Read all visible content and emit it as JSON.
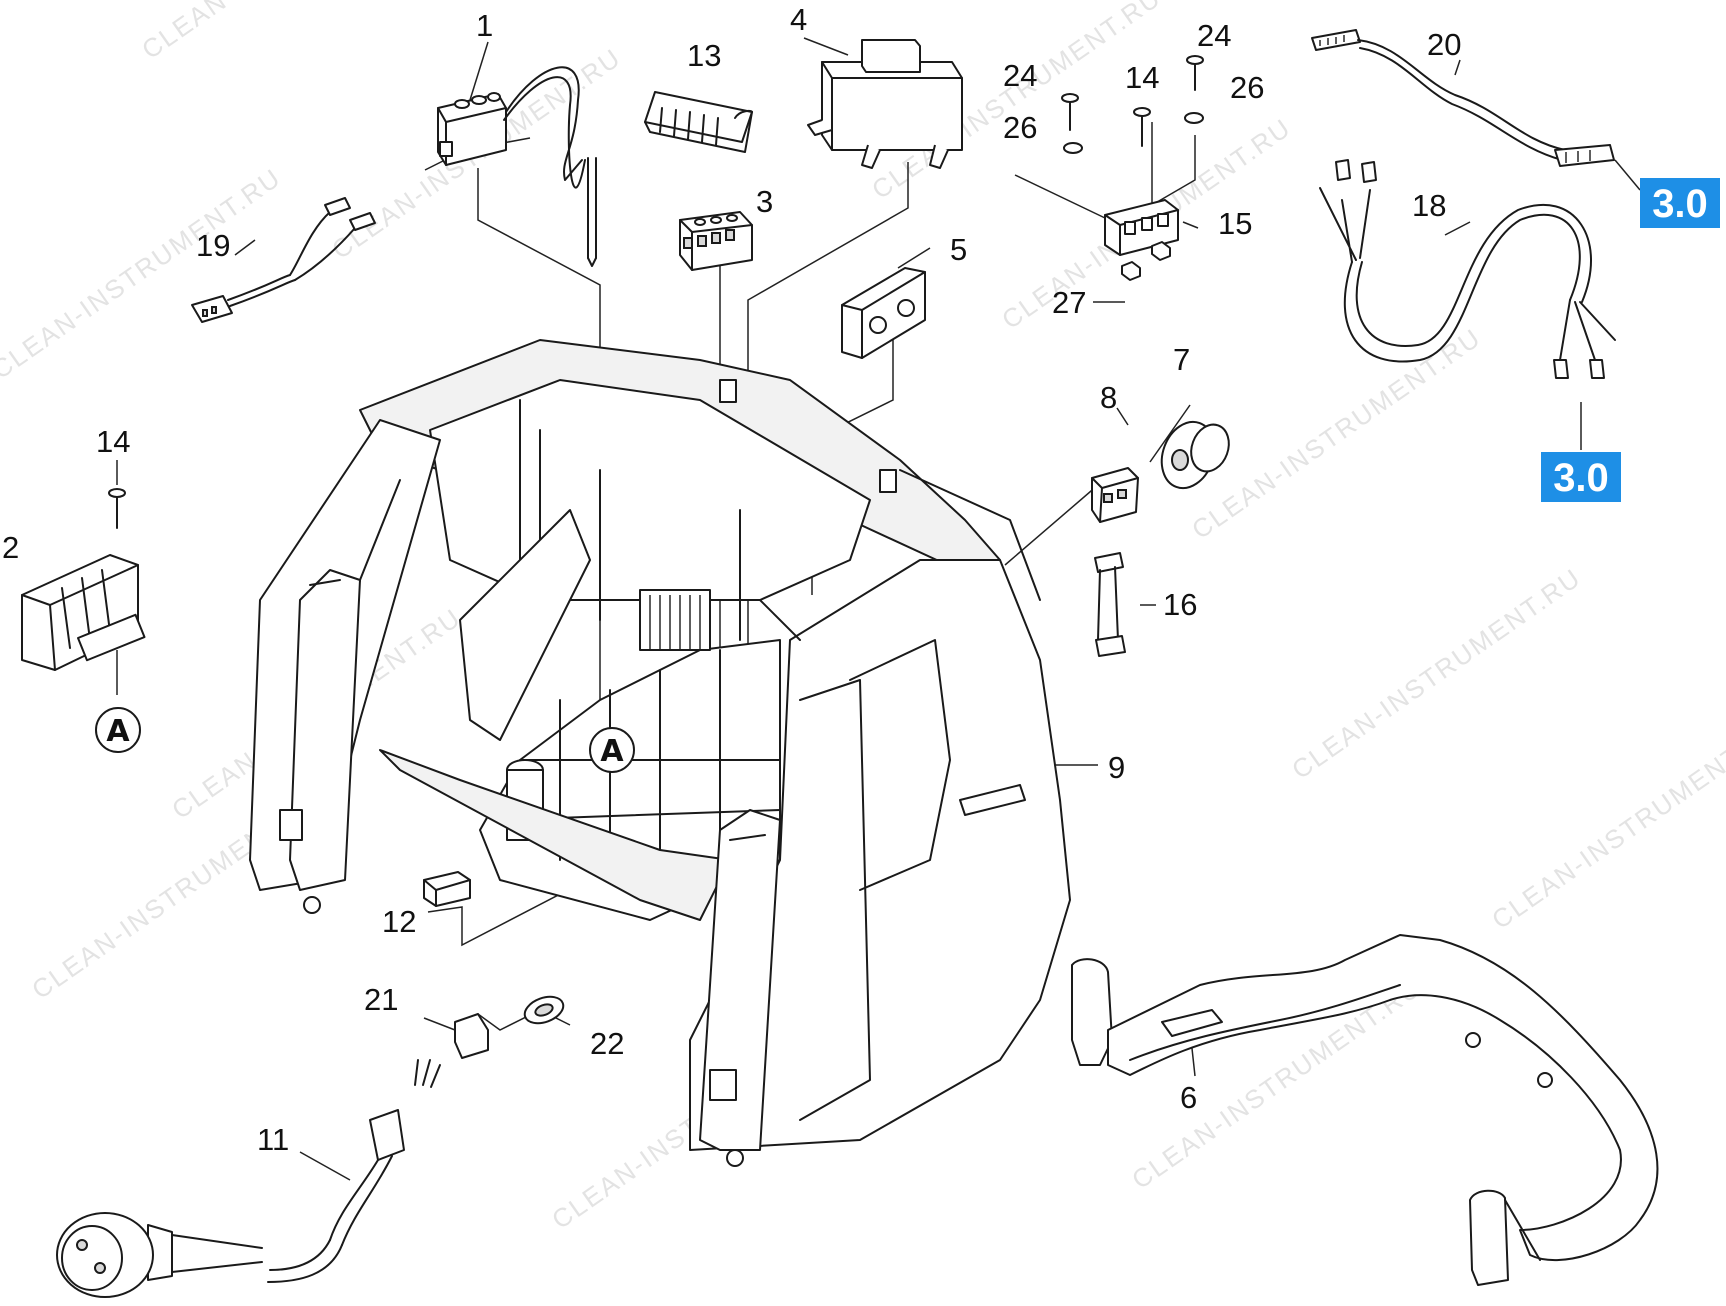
{
  "diagram": {
    "watermark": "CLEAN-INSTRUMENT.RU",
    "colors": {
      "reference_badge": "#1e8fe6",
      "line": "#1a1a1a",
      "watermark": "#e3e3e3"
    },
    "labels": {
      "n1": "1",
      "n2": "2",
      "n3": "3",
      "n4": "4",
      "n5": "5",
      "n6": "6",
      "n7": "7",
      "n8": "8",
      "n9": "9",
      "n11": "11",
      "n12": "12",
      "n13": "13",
      "n14a": "14",
      "n14b": "14",
      "n15": "15",
      "n16": "16",
      "n18": "18",
      "n19": "19",
      "n20": "20",
      "n21": "21",
      "n22": "22",
      "n24a": "24",
      "n24b": "24",
      "n26a": "26",
      "n26b": "26",
      "n27": "27"
    },
    "markers": {
      "a_small": "A",
      "a_housing": "A"
    },
    "references": {
      "ref_upper": "3.0",
      "ref_lower": "3.0"
    }
  }
}
